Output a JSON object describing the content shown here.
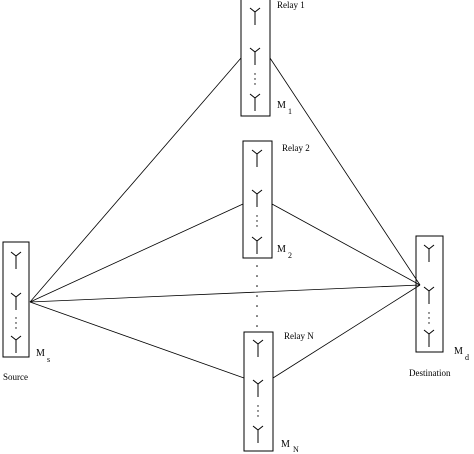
{
  "diagram": {
    "nodes": {
      "relay1": {
        "label": "Relay 1",
        "antenna_label": "M",
        "antenna_sub": "1"
      },
      "relay2": {
        "label": "Relay 2",
        "antenna_label": "M",
        "antenna_sub": "2"
      },
      "relayN": {
        "label": "Relay N",
        "antenna_label": "M",
        "antenna_sub": "N"
      },
      "source": {
        "label": "Source",
        "antenna_label": "M",
        "antenna_sub": "s"
      },
      "destination": {
        "label": "Destination",
        "antenna_label": "M",
        "antenna_sub": "d"
      }
    },
    "links": [
      {
        "from": "source",
        "to": "relay1"
      },
      {
        "from": "source",
        "to": "relay2"
      },
      {
        "from": "source",
        "to": "relayN"
      },
      {
        "from": "source",
        "to": "destination"
      },
      {
        "from": "relay1",
        "to": "destination"
      },
      {
        "from": "relay2",
        "to": "destination"
      },
      {
        "from": "relayN",
        "to": "destination"
      }
    ]
  }
}
